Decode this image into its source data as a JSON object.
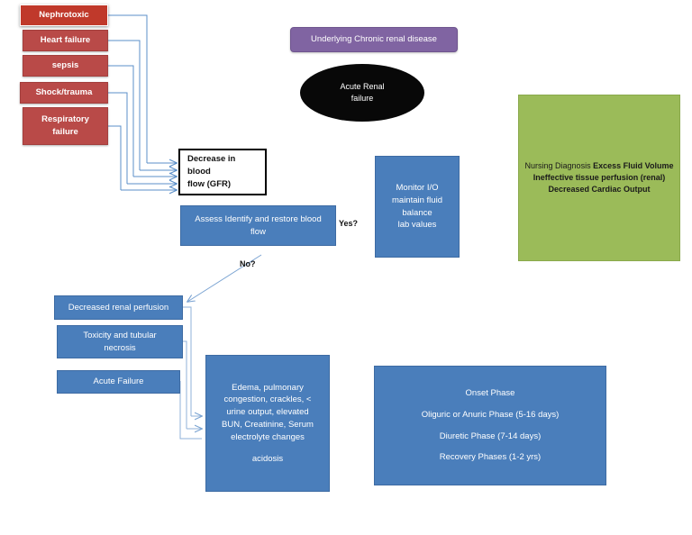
{
  "diagram": {
    "title": "Acute Renal Failure Concept Map",
    "colors": {
      "red": "#b94a48",
      "red_emphasis": "#c0392b",
      "blue": "#4a7ebb",
      "purple": "#8064a2",
      "green": "#9bbb59",
      "black": "#080808",
      "connector": "#5b8fc9",
      "white_box_border": "#000000"
    }
  },
  "causes": [
    {
      "label": "Nephrotoxic"
    },
    {
      "label": "Heart failure"
    },
    {
      "label": "sepsis"
    },
    {
      "label": "Shock/trauma"
    },
    {
      "label": "Respiratory failure",
      "line1": "Respiratory",
      "line2": "failure"
    }
  ],
  "chronic_disease": {
    "label": "Underlying Chronic renal disease"
  },
  "central": {
    "line1": "Acute Renal",
    "line2": "failure"
  },
  "decrease_blood_flow": {
    "line1": "Decrease in blood",
    "line2": "flow (GFR)"
  },
  "assess": {
    "line1": "Assess Identify and restore blood",
    "line2": "flow"
  },
  "branch_labels": {
    "yes": "Yes?",
    "no": "No?"
  },
  "monitor": {
    "lines": [
      "Monitor I/O",
      "maintain fluid",
      "balance",
      "lab values"
    ]
  },
  "nursing_diagnosis": {
    "lines": [
      "Nursing Diagnosis",
      "Excess Fluid Volume",
      "Ineffective tissue perfusion (renal)",
      "Decreased Cardiac Output"
    ]
  },
  "mechanisms": [
    {
      "label": "Decreased renal perfusion"
    },
    {
      "label": "Toxicity and tubular necrosis",
      "line1": "Toxicity and tubular",
      "line2": "necrosis"
    },
    {
      "label": "Acute Failure"
    }
  ],
  "manifestations": {
    "lines": [
      "Edema, pulmonary",
      "congestion, crackles, <",
      "urine output, elevated",
      "BUN, Creatinine, Serum",
      "electrolyte changes"
    ],
    "extra": "acidosis"
  },
  "phases": {
    "lines": [
      "Onset Phase",
      "Oliguric or Anuric Phase (5-16 days)",
      "Diuretic Phase (7-14 days)",
      "Recovery Phases (1-2 yrs)"
    ]
  }
}
